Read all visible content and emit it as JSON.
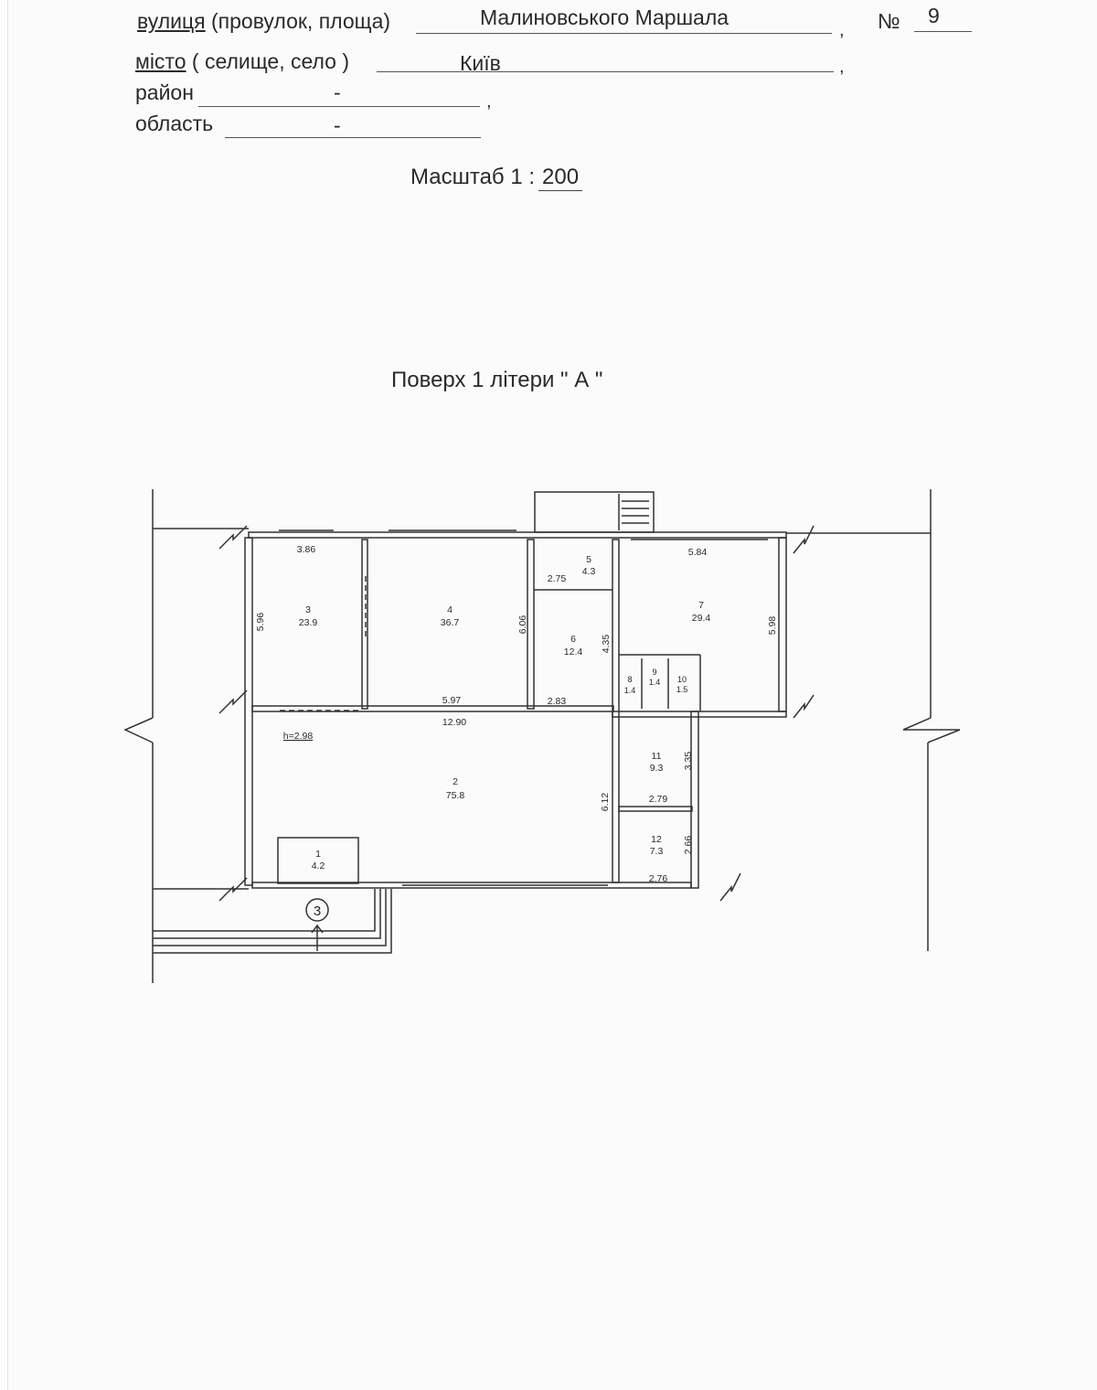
{
  "header": {
    "street_label": "вулиця",
    "street_label_rest": " (провулок, площа)",
    "street_value": "Малиновського Маршала",
    "number_label": "№",
    "number_value": "9",
    "city_label": "місто",
    "city_label_rest": " ( селище, село )",
    "city_value": "Київ",
    "district_label": "район",
    "district_value": "-",
    "region_label": "область",
    "region_value": "-",
    "comma": ","
  },
  "scale": {
    "label": "Масштаб  1 :",
    "value": "200"
  },
  "floor_title": "Поверх  1 літери \" А \"",
  "plan": {
    "height_mark": "h=2.98",
    "entrance_mark": "3",
    "rooms": [
      {
        "number": "1",
        "area": "4.2"
      },
      {
        "number": "2",
        "area": "75.8"
      },
      {
        "number": "3",
        "area": "23.9"
      },
      {
        "number": "4",
        "area": "36.7"
      },
      {
        "number": "5",
        "area": "4.3"
      },
      {
        "number": "6",
        "area": "12.4"
      },
      {
        "number": "7",
        "area": "29.4"
      },
      {
        "number": "8",
        "area": "1.4"
      },
      {
        "number": "9",
        "area": "1.4"
      },
      {
        "number": "10",
        "area": "1.5"
      },
      {
        "number": "11",
        "area": "9.3"
      },
      {
        "number": "12",
        "area": "7.3"
      }
    ],
    "dimensions": {
      "d386": "3.86",
      "d596": "5.96",
      "d606": "6.06",
      "d597": "5.97",
      "d1290": "12.90",
      "d275": "2.75",
      "d435": "4.35",
      "d283": "2.83",
      "d584": "5.84",
      "d598": "5.98",
      "d612": "6.12",
      "d335": "3.35",
      "d279": "2.79",
      "d266": "2.66",
      "d276": "2.76"
    }
  }
}
